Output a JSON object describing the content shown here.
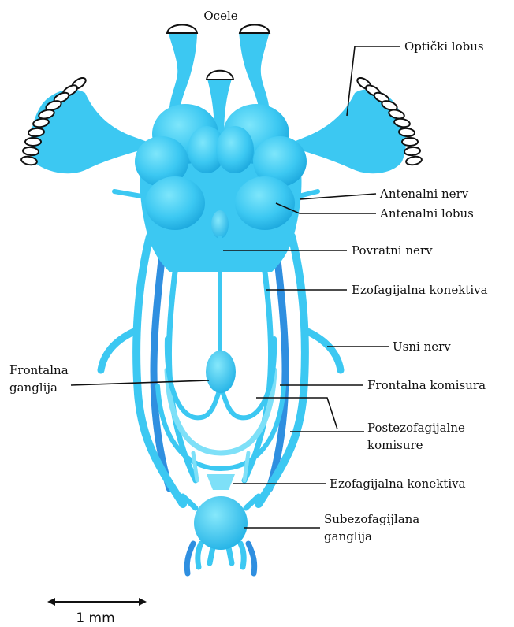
{
  "labels": {
    "ocele": "Ocele",
    "opticki_lobus": "Optički lobus",
    "antenalni_nerv": "Antenalni nerv",
    "antenalni_lobus": "Antenalni lobus",
    "povratni_nerv": "Povratni nerv",
    "ezofagijalna_konektiva_1": "Ezofagijalna konektiva",
    "usni_nerv": "Usni nerv",
    "frontalna_ganglija_1": "Frontalna",
    "frontalna_ganglija_2": "ganglija",
    "frontalna_komisura": "Frontalna komisura",
    "postezofagijalne_1": "Postezofagijalne",
    "postezofagijalne_2": "komisure",
    "ezofagijalna_konektiva_2": "Ezofagijalna konektiva",
    "subezofagijalna_1": "Subezofagijlana",
    "subezofagijalna_2": "ganglija"
  },
  "scale_bar": {
    "label": "1 mm"
  },
  "colors": {
    "tissue": "#3cc8f2",
    "tissue_dark": "#1aa6dc",
    "tissue_light": "#7ee0f8",
    "deep_connective": "#2f8fe0"
  }
}
